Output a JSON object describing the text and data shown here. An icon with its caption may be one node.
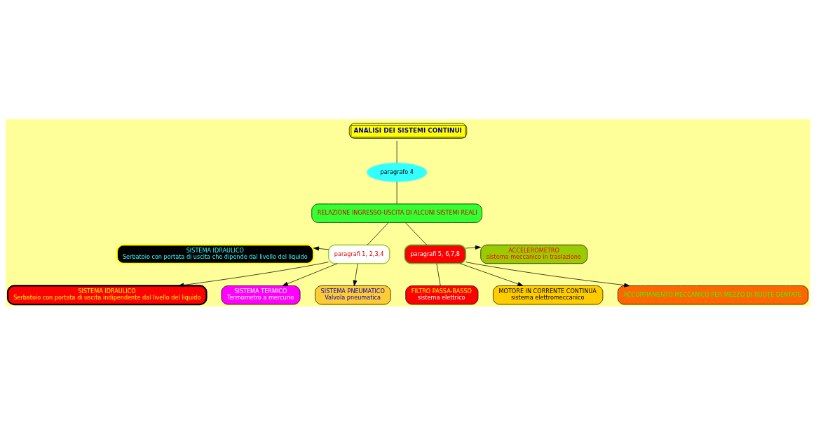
{
  "diagram": {
    "title": "ANALISI DEI SISTEMI CONTINUI",
    "nodes": [
      {
        "text": [
          "paragrafo 4"
        ]
      },
      {
        "text": [
          "RELAZIONE INGRESSO-USCITA DI ALCUNI SISTEMI REALI"
        ]
      },
      {
        "text": [
          "paragrafi 1, 2,3,4"
        ]
      },
      {
        "text": [
          "paragrafi 5, 6,7,8"
        ]
      },
      {
        "text": [
          "SISTEMA IDRAULICO",
          "Serbatoio con portata di uscita che dipende dal livello del liquido"
        ]
      },
      {
        "text": [
          "ACCELEROMETRO",
          "sistema meccanico in traslazione"
        ]
      },
      {
        "text": [
          "SISTEMA IDRAULICO",
          "Serbatoio con portata di uscita indipendente dal livello del liquido"
        ]
      },
      {
        "text": [
          "FILTRO PASSA-BASSO",
          "sistema elettrico"
        ]
      },
      {
        "text": [
          "SISTEMA TERMICO",
          "Termometro a mercurio"
        ]
      },
      {
        "text": [
          "MOTORE IN CORRENTE CONTINUA",
          "sistema elettromeccanico"
        ]
      },
      {
        "text": [
          "SISTEMA PNEUMATICO",
          "Valvola pneumatica"
        ]
      },
      {
        "text": [
          "ACCOPPIAMENTO MECCANICO PER MEZZO DI RUOTE DENTATE"
        ]
      }
    ],
    "edges": [
      {
        "from": null,
        "to": 0,
        "arrow": "none"
      },
      {
        "from": 0,
        "to": 1,
        "arrow": "none"
      },
      {
        "from": 1,
        "to": 2,
        "arrow": "none"
      },
      {
        "from": 1,
        "to": 3,
        "arrow": "none"
      },
      {
        "from": 2,
        "to": 4,
        "arrow": "to"
      },
      {
        "from": 3,
        "to": 5,
        "arrow": "to"
      },
      {
        "from": 2,
        "to": 6,
        "arrow": "to"
      },
      {
        "from": 3,
        "to": 7,
        "arrow": "none"
      },
      {
        "from": 2,
        "to": 8,
        "arrow": "to"
      },
      {
        "from": 3,
        "to": 9,
        "arrow": "to"
      },
      {
        "from": 2,
        "to": 10,
        "arrow": "to"
      },
      {
        "from": 3,
        "to": 11,
        "arrow": "to"
      }
    ]
  }
}
